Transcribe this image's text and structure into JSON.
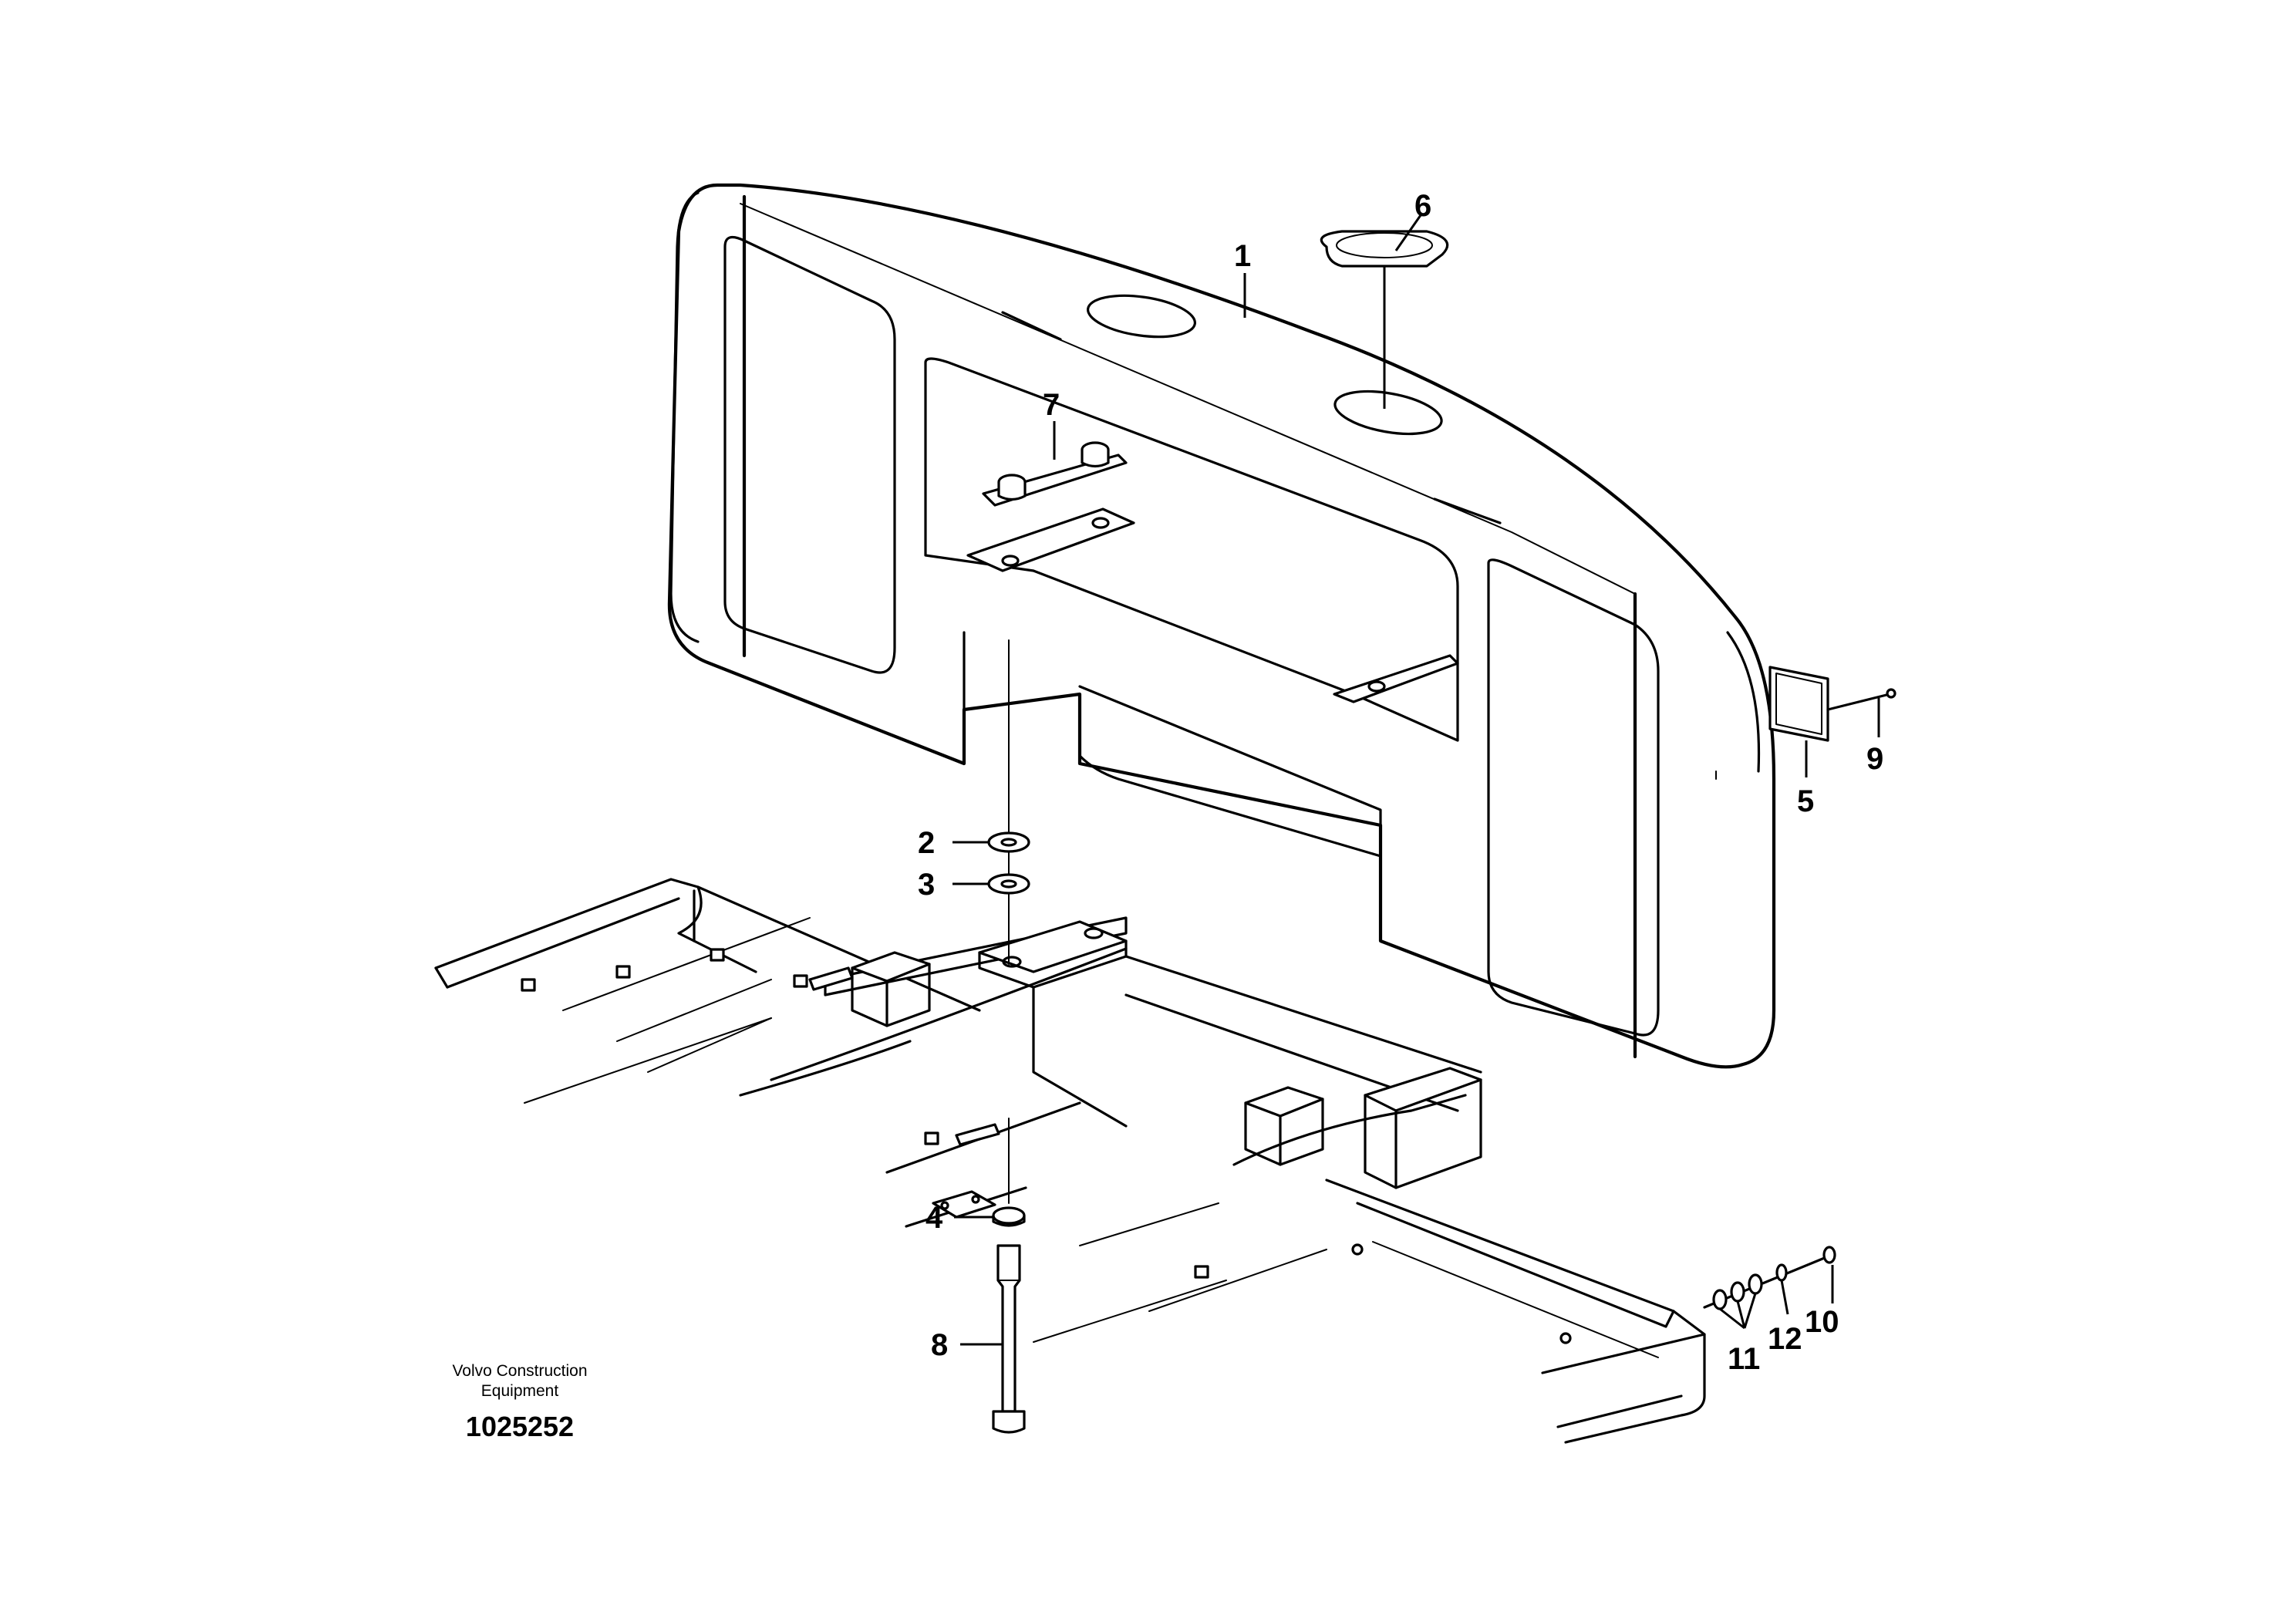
{
  "callouts": [
    {
      "id": "c1",
      "label": "1"
    },
    {
      "id": "c2",
      "label": "2"
    },
    {
      "id": "c3",
      "label": "3"
    },
    {
      "id": "c4",
      "label": "4"
    },
    {
      "id": "c5",
      "label": "5"
    },
    {
      "id": "c6",
      "label": "6"
    },
    {
      "id": "c7",
      "label": "7"
    },
    {
      "id": "c8",
      "label": "8"
    },
    {
      "id": "c9",
      "label": "9"
    },
    {
      "id": "c10",
      "label": "10"
    },
    {
      "id": "c11",
      "label": "11"
    },
    {
      "id": "c12",
      "label": "12"
    }
  ],
  "caption": {
    "line1": "Volvo Construction",
    "line2": "Equipment",
    "drawing_number": "1025252"
  }
}
